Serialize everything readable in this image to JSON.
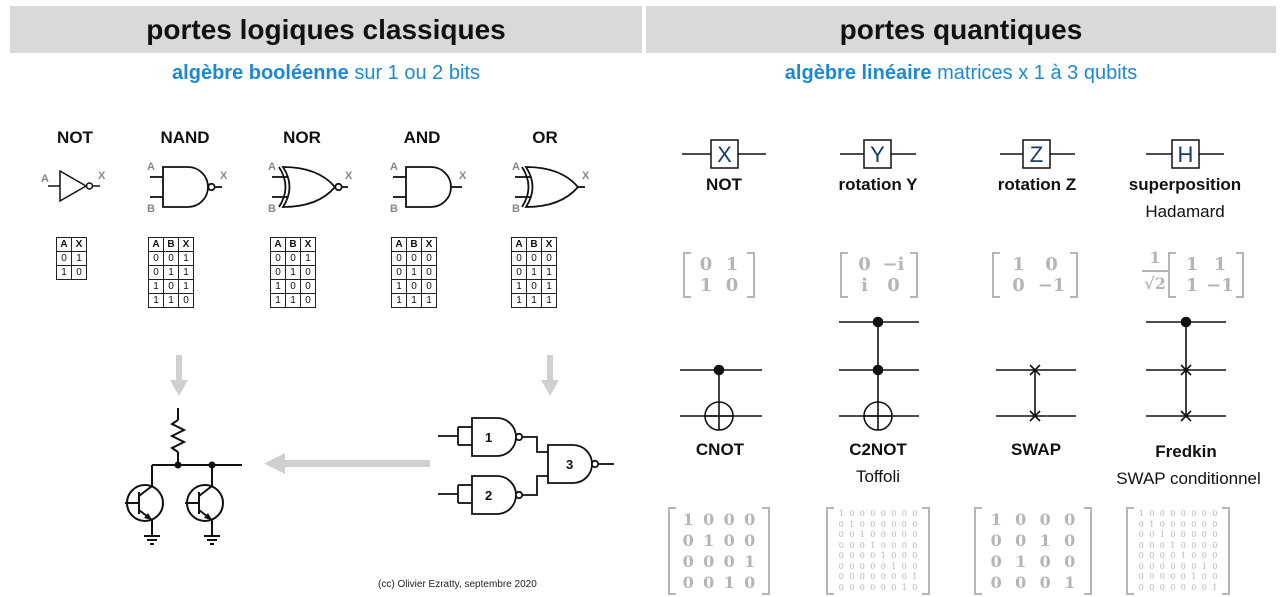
{
  "classical": {
    "title": "portes logiques classiques",
    "subtitle_bold": "algèbre booléenne",
    "subtitle_rest": " sur 1 ou 2 bits",
    "gates": [
      {
        "name": "NOT",
        "inputs": [
          "A"
        ],
        "output": "X",
        "table": [
          [
            "A",
            "X"
          ],
          [
            "0",
            "1"
          ],
          [
            "1",
            "0"
          ]
        ]
      },
      {
        "name": "NAND",
        "inputs": [
          "A",
          "B"
        ],
        "output": "X",
        "table": [
          [
            "A",
            "B",
            "X"
          ],
          [
            "0",
            "0",
            "1"
          ],
          [
            "0",
            "1",
            "1"
          ],
          [
            "1",
            "0",
            "1"
          ],
          [
            "1",
            "1",
            "0"
          ]
        ]
      },
      {
        "name": "NOR",
        "inputs": [
          "A",
          "B"
        ],
        "output": "X",
        "table": [
          [
            "A",
            "B",
            "X"
          ],
          [
            "0",
            "0",
            "1"
          ],
          [
            "0",
            "1",
            "0"
          ],
          [
            "1",
            "0",
            "0"
          ],
          [
            "1",
            "1",
            "0"
          ]
        ]
      },
      {
        "name": "AND",
        "inputs": [
          "A",
          "B"
        ],
        "output": "X",
        "table": [
          [
            "A",
            "B",
            "X"
          ],
          [
            "0",
            "0",
            "0"
          ],
          [
            "0",
            "1",
            "0"
          ],
          [
            "1",
            "0",
            "0"
          ],
          [
            "1",
            "1",
            "1"
          ]
        ]
      },
      {
        "name": "OR",
        "inputs": [
          "A",
          "B"
        ],
        "output": "X",
        "table": [
          [
            "A",
            "B",
            "X"
          ],
          [
            "0",
            "0",
            "0"
          ],
          [
            "0",
            "1",
            "1"
          ],
          [
            "1",
            "0",
            "1"
          ],
          [
            "1",
            "1",
            "1"
          ]
        ]
      }
    ],
    "nand_labels": [
      "1",
      "2",
      "3"
    ],
    "credit": "(cc) Olivier Ezratty, septembre 2020"
  },
  "quantum": {
    "title": "portes quantiques",
    "subtitle_bold": "algèbre linéaire",
    "subtitle_rest": " matrices x 1 à 3 qubits",
    "single_gates": [
      {
        "symbol": "X",
        "name": "NOT",
        "name2": "",
        "matrix": [
          [
            "0",
            "1"
          ],
          [
            "1",
            "0"
          ]
        ]
      },
      {
        "symbol": "Y",
        "name": "rotation Y",
        "name2": "",
        "matrix": [
          [
            "0",
            "−i"
          ],
          [
            "i",
            "0"
          ]
        ]
      },
      {
        "symbol": "Z",
        "name": "rotation Z",
        "name2": "",
        "matrix": [
          [
            "1",
            "0"
          ],
          [
            "0",
            "−1"
          ]
        ]
      },
      {
        "symbol": "H",
        "name": "superposition",
        "name2": "Hadamard",
        "prefactor_num": "1",
        "prefactor_den": "√2",
        "matrix": [
          [
            "1",
            "1"
          ],
          [
            "1",
            "−1"
          ]
        ]
      }
    ],
    "multi_gates": [
      {
        "name": "CNOT",
        "name2": "",
        "matrix": [
          [
            "1",
            "0",
            "0",
            "0"
          ],
          [
            "0",
            "1",
            "0",
            "0"
          ],
          [
            "0",
            "0",
            "0",
            "1"
          ],
          [
            "0",
            "0",
            "1",
            "0"
          ]
        ]
      },
      {
        "name": "C2NOT",
        "name2": "Toffoli",
        "matrix": [
          [
            "1",
            "0",
            "0",
            "0",
            "0",
            "0",
            "0",
            "0"
          ],
          [
            "0",
            "1",
            "0",
            "0",
            "0",
            "0",
            "0",
            "0"
          ],
          [
            "0",
            "0",
            "1",
            "0",
            "0",
            "0",
            "0",
            "0"
          ],
          [
            "0",
            "0",
            "0",
            "1",
            "0",
            "0",
            "0",
            "0"
          ],
          [
            "0",
            "0",
            "0",
            "0",
            "1",
            "0",
            "0",
            "0"
          ],
          [
            "0",
            "0",
            "0",
            "0",
            "0",
            "1",
            "0",
            "0"
          ],
          [
            "0",
            "0",
            "0",
            "0",
            "0",
            "0",
            "0",
            "1"
          ],
          [
            "0",
            "0",
            "0",
            "0",
            "0",
            "0",
            "1",
            "0"
          ]
        ]
      },
      {
        "name": "SWAP",
        "name2": "",
        "matrix": [
          [
            "1",
            "0",
            "0",
            "0"
          ],
          [
            "0",
            "0",
            "1",
            "0"
          ],
          [
            "0",
            "1",
            "0",
            "0"
          ],
          [
            "0",
            "0",
            "0",
            "1"
          ]
        ]
      },
      {
        "name": "Fredkin",
        "name2": "SWAP conditionnel",
        "matrix": [
          [
            "1",
            "0",
            "0",
            "0",
            "0",
            "0",
            "0",
            "0"
          ],
          [
            "0",
            "1",
            "0",
            "0",
            "0",
            "0",
            "0",
            "0"
          ],
          [
            "0",
            "0",
            "1",
            "0",
            "0",
            "0",
            "0",
            "0"
          ],
          [
            "0",
            "0",
            "0",
            "1",
            "0",
            "0",
            "0",
            "0"
          ],
          [
            "0",
            "0",
            "0",
            "0",
            "1",
            "0",
            "0",
            "0"
          ],
          [
            "0",
            "0",
            "0",
            "0",
            "0",
            "0",
            "1",
            "0"
          ],
          [
            "0",
            "0",
            "0",
            "0",
            "0",
            "1",
            "0",
            "0"
          ],
          [
            "0",
            "0",
            "0",
            "0",
            "0",
            "0",
            "0",
            "1"
          ]
        ]
      }
    ]
  },
  "colors": {
    "accent": "#1e88d2",
    "header_bg": "#d9d9d9",
    "matrix": "#b5b5b5",
    "arrow": "#d0d0d0",
    "pin_label": "#888888"
  }
}
